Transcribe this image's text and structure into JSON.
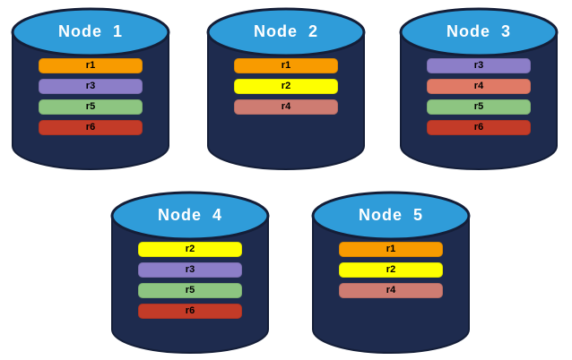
{
  "colors": {
    "background": "#FFFFFF",
    "cylinder_body": "#1E2B4E",
    "cylinder_outline": "#141E38",
    "cylinder_top": "#2F9CD9",
    "node_title_text": "#FFFFFF",
    "bar_label_text": "#000000"
  },
  "replica_colors": {
    "r1": "#F89B00",
    "r2": "#FEFF00",
    "r3": "#8C7EC8",
    "r4": "#CE7C72",
    "r5": "#8DC581",
    "r6": "#C33B28"
  },
  "nodes": [
    {
      "label": "Node  1",
      "bars": [
        {
          "id": "r1",
          "color": "#F89B00"
        },
        {
          "id": "r3",
          "color": "#8C7EC8"
        },
        {
          "id": "r5",
          "color": "#8DC581"
        },
        {
          "id": "r6",
          "color": "#C33B28"
        }
      ]
    },
    {
      "label": "Node  2",
      "bars": [
        {
          "id": "r1",
          "color": "#F89B00"
        },
        {
          "id": "r2",
          "color": "#FEFF00"
        },
        {
          "id": "r4",
          "color": "#CE7C72"
        }
      ]
    },
    {
      "label": "Node  3",
      "bars": [
        {
          "id": "r3",
          "color": "#8C7EC8"
        },
        {
          "id": "r4",
          "color": "#E07A66"
        },
        {
          "id": "r5",
          "color": "#8DC581"
        },
        {
          "id": "r6",
          "color": "#C33B28"
        }
      ]
    },
    {
      "label": "Node  4",
      "bars": [
        {
          "id": "r2",
          "color": "#FEFF00"
        },
        {
          "id": "r3",
          "color": "#8C7EC8"
        },
        {
          "id": "r5",
          "color": "#8DC581"
        },
        {
          "id": "r6",
          "color": "#C33B28"
        }
      ]
    },
    {
      "label": "Node  5",
      "bars": [
        {
          "id": "r1",
          "color": "#F89B00"
        },
        {
          "id": "r2",
          "color": "#FEFF00"
        },
        {
          "id": "r4",
          "color": "#CE7C72"
        }
      ]
    }
  ]
}
